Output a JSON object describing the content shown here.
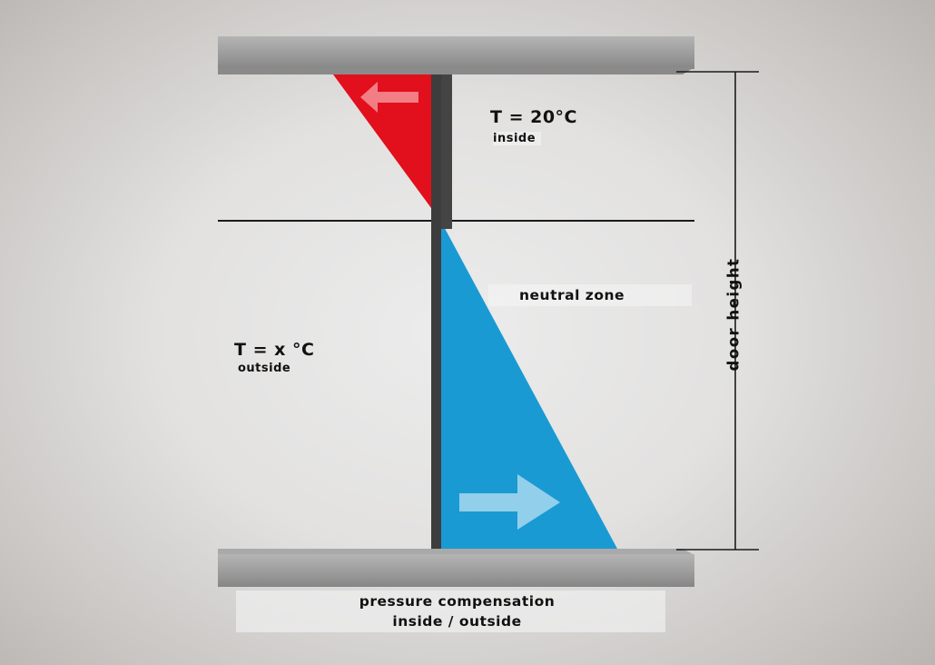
{
  "labels": {
    "inside_temp": "T = 20°C",
    "inside_word": "inside",
    "outside_temp": "T = x °C",
    "outside_word": "outside",
    "neutral_zone": "neutral zone",
    "door_height": "door height",
    "caption_line1": "pressure compensation",
    "caption_line2": "inside / outside"
  },
  "colors": {
    "warm_air": "#e20f1c",
    "cold_air": "#1a9ad3",
    "door": "#3d3d3d",
    "plate": "#9a9a9a"
  },
  "icons": {
    "top_arrow": "arrow-left-icon",
    "bottom_arrow": "arrow-right-icon"
  }
}
